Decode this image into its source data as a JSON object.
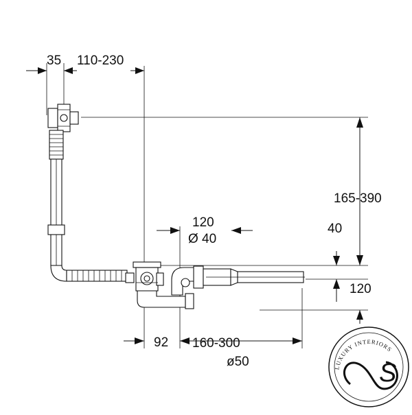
{
  "dimensions": {
    "d35": "35",
    "d110_230": "110-230",
    "d165_390": "165-390",
    "d120_top": "120",
    "d_dia40": "Ø 40",
    "d40": "40",
    "d120_right": "120",
    "d92": "92",
    "d160_300": "160-300",
    "d_dia50": "ø50"
  },
  "logo": {
    "ring_text": "LUXURY INTERIORS",
    "monogram": "S"
  },
  "colors": {
    "line": "#111111",
    "background": "#ffffff"
  }
}
